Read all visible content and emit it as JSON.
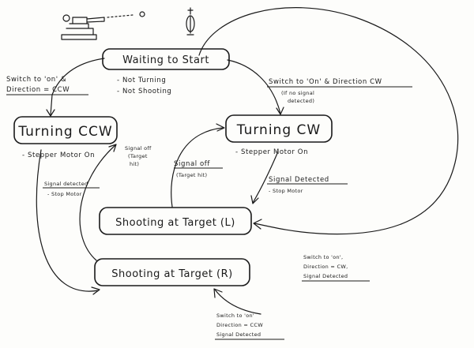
{
  "states": {
    "waiting": {
      "label": "Waiting to Start"
    },
    "ccw": {
      "label": "Turning CCW"
    },
    "cw": {
      "label": "Turning CW"
    },
    "shoot_l": {
      "label": "Shooting at Target (L)"
    },
    "shoot_r": {
      "label": "Shooting at Target (R)"
    }
  },
  "notes": {
    "waiting_1": "- Not Turning",
    "waiting_2": "- Not Shooting",
    "ccw_motor": "- Stepper Motor On",
    "cw_motor": "- Stepper Motor On",
    "stop_motor_left": "- Stop Motor",
    "stop_motor_right": "- Stop Motor"
  },
  "transitions": {
    "to_ccw_1": "Switch to 'on' &",
    "to_ccw_2": "Direction = CCW",
    "to_cw": "Switch to 'On' & Direction CW",
    "to_cw_sub_1": "(If no signal",
    "to_cw_sub_2": "detected)",
    "signal_off_left_1": "Signal off",
    "signal_off_left_2": "(Target",
    "signal_off_left_3": "hit)",
    "signal_off_mid_1": "Signal off",
    "signal_off_mid_2": "(Target hit)",
    "signal_detected_cw": "Signal Detected",
    "signal_detected_ccw": "Signal detected",
    "to_l_1": "Switch to 'on',",
    "to_l_2": "Direction = CW,",
    "to_l_3": "Signal Detected",
    "to_r_1": "Switch to 'on'",
    "to_r_2": "Direction = CCW",
    "to_r_3": "Signal Detected"
  }
}
